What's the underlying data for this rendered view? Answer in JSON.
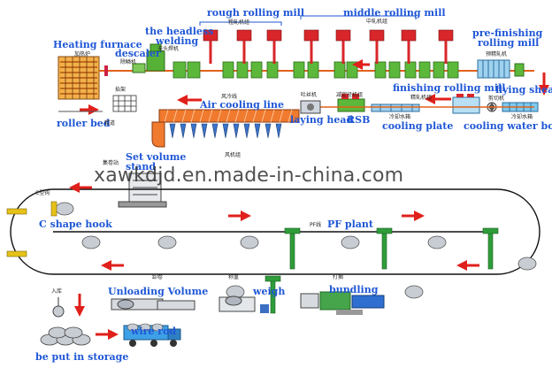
{
  "colors": {
    "accent_blue": "#1f57d6",
    "arrow_red": "#e0201b",
    "roller_green": "#4caf2f",
    "mill_red": "#d8262a",
    "furnace_orange": "#e07a12",
    "conveyor_green": "#2f9d3a",
    "truck_blue": "#3ea0e6"
  },
  "labels": {
    "rough_rolling_mill": "rough rolling mill",
    "rough_rolling_mill_cn": "粗轧机组",
    "middle_rolling_mill": "middle rolling mill",
    "middle_rolling_mill_cn": "中轧机组",
    "pre_finishing_l1": "pre-finishing",
    "pre_finishing_l2": "rolling mill",
    "pre_finishing_cn": "预精轧机",
    "heating_furnace": "Heating furnace",
    "heating_furnace_cn": "加热炉",
    "headless_l1": "the headless",
    "headless_l2": "welding",
    "headless_cn": "无头焊机",
    "descaler": "descaler",
    "descaler_cn": "除鳞机",
    "roller_bed": "roller bed",
    "roller_bed_cn": "辊道",
    "lifter_cn": "抬架",
    "air_cooling_line": "Air cooling line",
    "air_cooling_cn": "风冷线",
    "laying_head": "laying head",
    "laying_head_cn": "吐丝机",
    "rsb": "RSB",
    "rsb_cn": "减定径机组",
    "finishing_rolling_mill": "finishing rolling mill",
    "finishing_cn": "精轧机组",
    "flying_shear": "flying shear",
    "flying_shear_cn": "剪切机",
    "cooling_plate": "cooling plate",
    "cooling_plate_cn": "冷却水箱",
    "cooling_water_box": "cooling water box",
    "cooling_water_box_cn": "冷却水箱",
    "set_volume_l1": "Set volume",
    "set_volume_l2": "stand",
    "set_volume_cn": "集卷站",
    "fan_unit_cn": "风机组",
    "c_hook_cn": "C型钩",
    "c_shape_hook": "C shape hook",
    "pf_line_cn": "PF线",
    "pf_plant": "PF plant",
    "unloading_cn": "卸卷",
    "unloading_volume": "Unloading Volume",
    "weigh_cn": "称重",
    "weigh": "weigh",
    "bundling_cn": "打捆",
    "bundling": "bundling",
    "storage_cn": "入库",
    "storage": "be put in storage",
    "wire_rod": "wire rod"
  },
  "watermark": "xawkdjd.en.made-in-china.com"
}
